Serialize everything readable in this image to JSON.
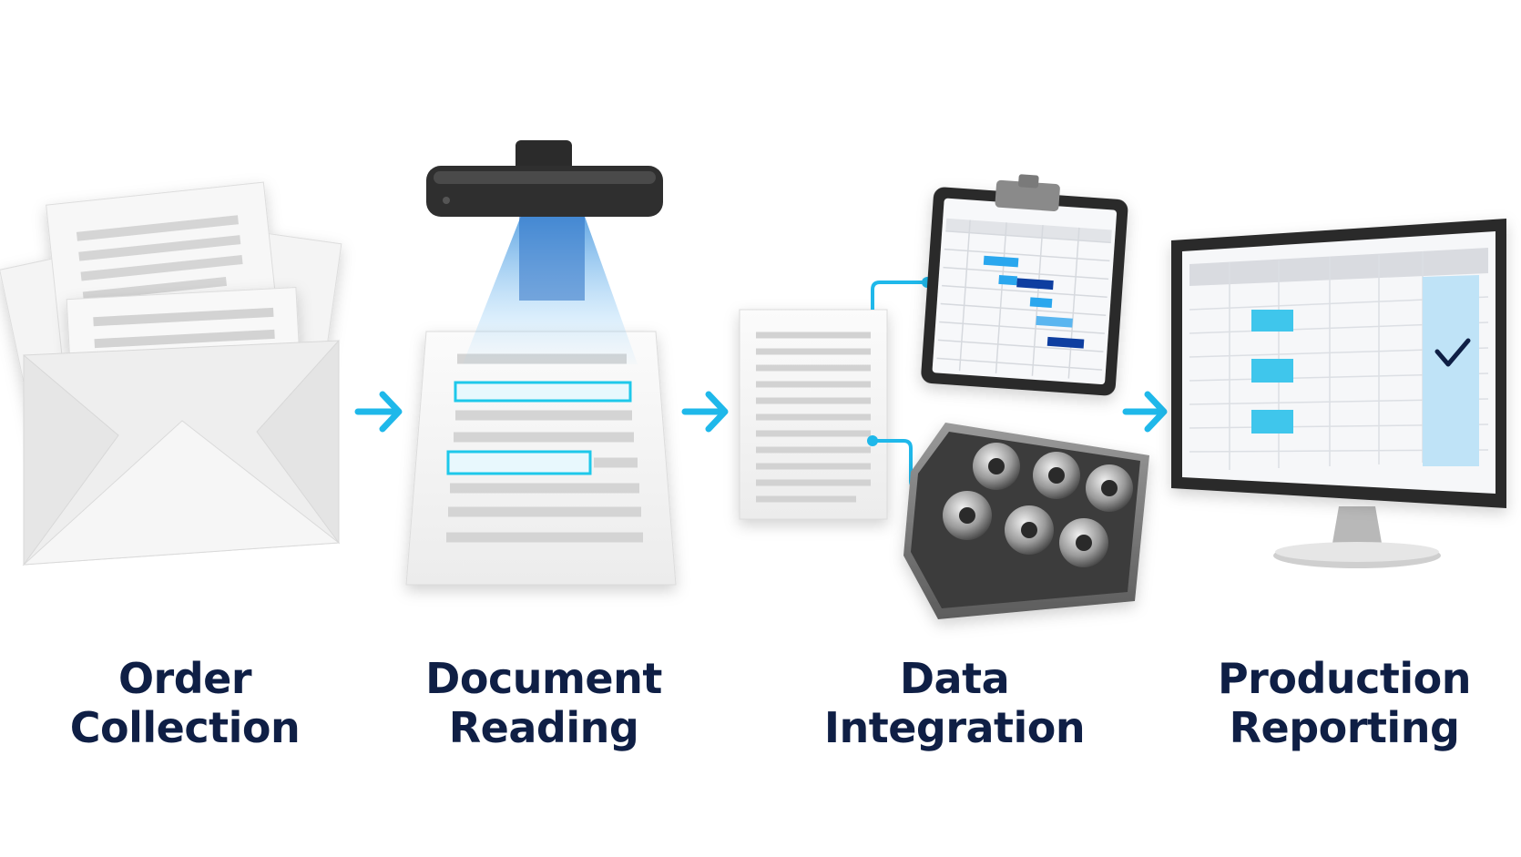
{
  "steps": [
    {
      "line1": "Order",
      "line2": "Collection",
      "icon": "envelope-with-documents-icon"
    },
    {
      "line1": "Document",
      "line2": "Reading",
      "icon": "scanner-icon"
    },
    {
      "line1": "Data",
      "line2": "Integration",
      "icon": "data-integration-icon"
    },
    {
      "line1": "Production",
      "line2": "Reporting",
      "icon": "monitor-report-icon"
    }
  ],
  "colors": {
    "arrow": "#1fb8ea",
    "label": "#0f1f45",
    "highlight": "#1ec8ea",
    "gantt_light": "#2aa7ee",
    "gantt_dark": "#0e3ea0"
  }
}
